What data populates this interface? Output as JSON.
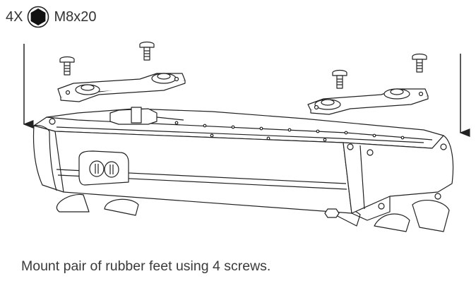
{
  "header": {
    "quantity": "4X",
    "icon": "hex-socket-screw-icon",
    "screw_spec": "M8x20"
  },
  "caption": "Mount pair of rubber feet using 4 screws."
}
